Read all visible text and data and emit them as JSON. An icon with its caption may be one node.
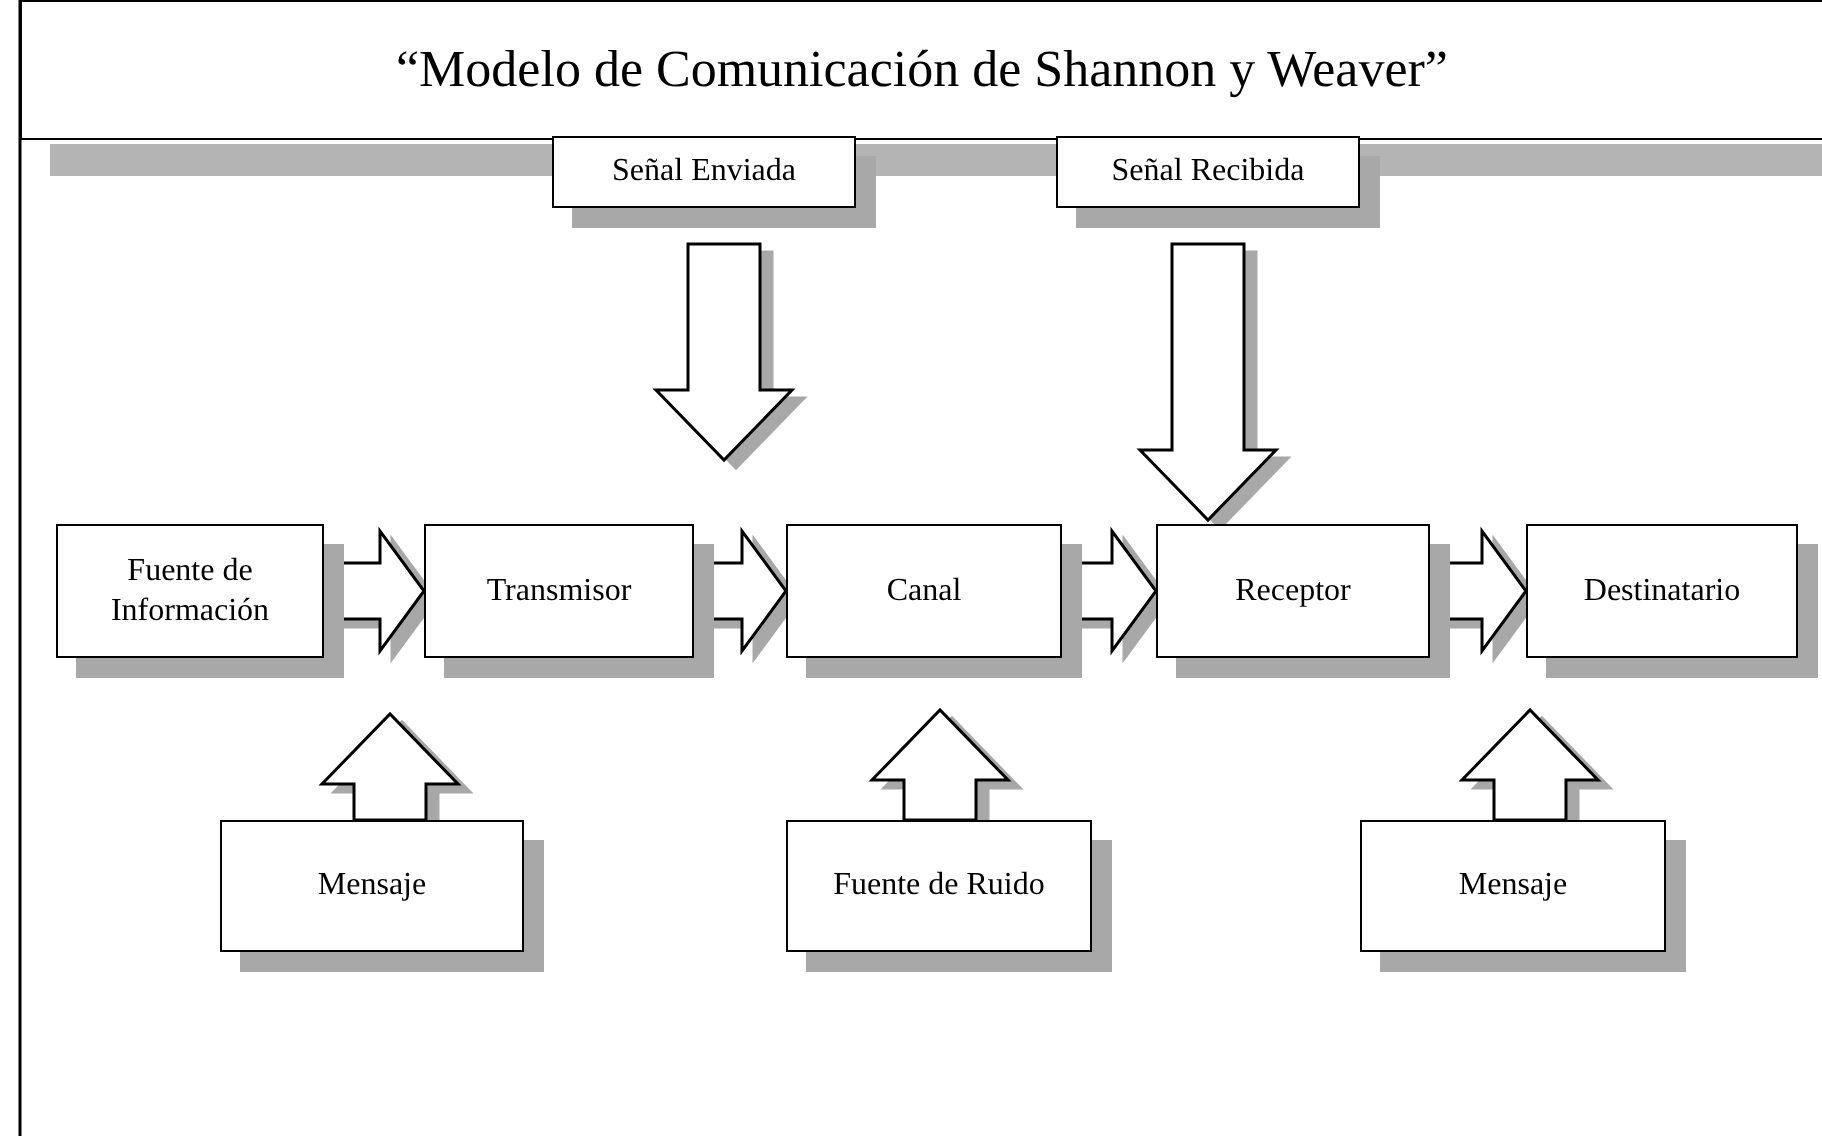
{
  "diagram": {
    "title": "“Modelo de Comunicación de Shannon y Weaver”",
    "nodes": [
      {
        "text": [
          "Señal Enviada"
        ]
      },
      {
        "text": [
          "Señal Recibida"
        ]
      },
      {
        "text": [
          "Fuente de Información"
        ]
      },
      {
        "text": [
          "Transmisor"
        ]
      },
      {
        "text": [
          "Canal"
        ]
      },
      {
        "text": [
          "Receptor"
        ]
      },
      {
        "text": [
          "Destinatario"
        ]
      },
      {
        "text": [
          "Mensaje"
        ]
      },
      {
        "text": [
          "Fuente de Ruido"
        ]
      },
      {
        "text": [
          "Mensaje"
        ]
      }
    ],
    "edges": [
      {
        "from": 2,
        "to": 3,
        "arrow": "to"
      },
      {
        "from": 3,
        "to": 4,
        "arrow": "to"
      },
      {
        "from": 4,
        "to": 5,
        "arrow": "to"
      },
      {
        "from": 5,
        "to": 6,
        "arrow": "to"
      },
      {
        "from": 0,
        "to": null,
        "arrow": "to"
      },
      {
        "from": 1,
        "to": 5,
        "arrow": "to"
      },
      {
        "from": 7,
        "to": null,
        "arrow": "to"
      },
      {
        "from": 8,
        "to": 4,
        "arrow": "to"
      },
      {
        "from": 9,
        "to": 6,
        "arrow": "to"
      }
    ]
  }
}
